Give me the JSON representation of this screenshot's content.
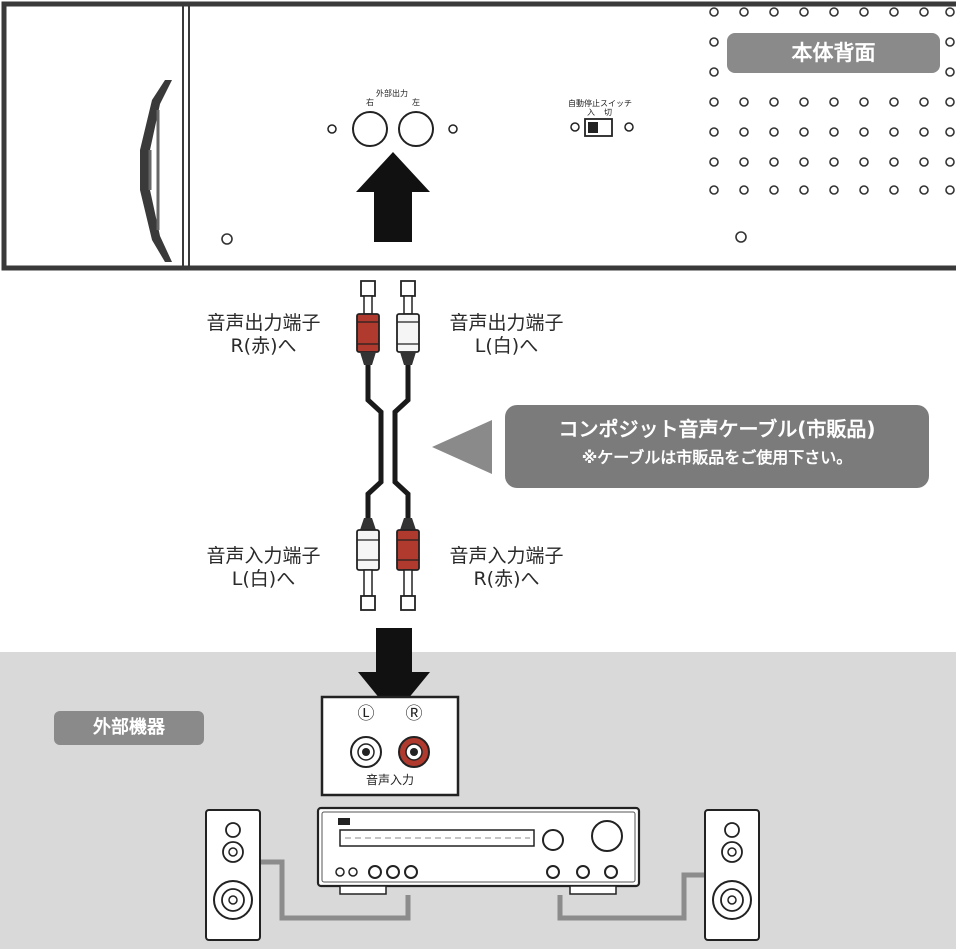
{
  "back_panel": {
    "title": "本体背面",
    "ext_output_label": "外部出力",
    "right_label": "右",
    "left_label": "左",
    "auto_stop_label": "自動停止スイッチ",
    "on_label": "入",
    "off_label": "切"
  },
  "upper_plugs": {
    "right_label_line1": "音声出力端子",
    "right_label_line2": "R(赤)へ",
    "left_label_line1": "音声出力端子",
    "left_label_line2": "L(白)へ"
  },
  "cable_callout": {
    "title": "コンポジット音声ケーブル(市販品)",
    "note": "※ケーブルは市販品をご使用下さい。"
  },
  "lower_plugs": {
    "left_label_line1": "音声入力端子",
    "left_label_line2": "L(白)へ",
    "right_label_line1": "音声入力端子",
    "right_label_line2": "R(赤)へ"
  },
  "external_device": {
    "title": "外部機器",
    "l_mark": "Ⓛ",
    "r_mark": "Ⓡ",
    "input_label": "音声入力"
  },
  "colors": {
    "panel_stroke": "#3a3a3a",
    "grey_band": "#d9d9d9",
    "pill_grey": "#8a8a8a",
    "cable_red": "#b03a2e",
    "cable_white": "#f5f5f5",
    "speaker_wire": "#8c8c8c"
  }
}
